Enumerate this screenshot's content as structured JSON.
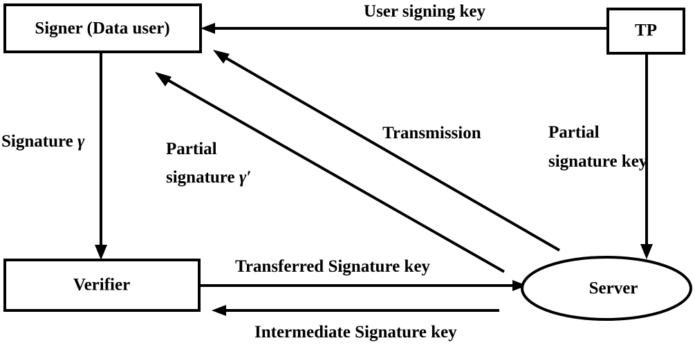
{
  "diagram": {
    "type": "flow-diagram",
    "title": "Signature transfer flow between Signer, Verifier, Server and TP",
    "background_color": "#ffffff",
    "stroke_color": "#000000",
    "nodes": [
      {
        "id": "signer",
        "label": "Signer (Data user)",
        "shape": "rectangle"
      },
      {
        "id": "tp",
        "label": "TP",
        "shape": "rectangle"
      },
      {
        "id": "verifier",
        "label": "Verifier",
        "shape": "rectangle"
      },
      {
        "id": "server",
        "label": "Server",
        "shape": "ellipse"
      }
    ],
    "edges": [
      {
        "id": "tp-to-signer",
        "from": "tp",
        "to": "signer",
        "label": "User signing key",
        "label_lines": [
          "User signing key"
        ],
        "direction": "left",
        "style": "horizontal"
      },
      {
        "id": "signer-to-verifier",
        "from": "signer",
        "to": "verifier",
        "label": "Signature γ",
        "label_lines": [
          "Signature γ"
        ],
        "label_text": "Signature ",
        "label_symbol": "γ",
        "direction": "down",
        "style": "vertical"
      },
      {
        "id": "server-to-signer-partial",
        "from": "server",
        "to": "signer",
        "label": "Partial signature γ′",
        "label_lines": [
          "Partial",
          "signature γ′"
        ],
        "label_line_1": "Partial",
        "label_line_2_text": "signature ",
        "label_line_2_symbol": "γ′",
        "direction": "up-left",
        "style": "diagonal"
      },
      {
        "id": "server-to-signer-transmission",
        "from": "server",
        "to": "signer",
        "label": "Transmission",
        "label_lines": [
          "Transmission"
        ],
        "direction": "up-left",
        "style": "diagonal"
      },
      {
        "id": "tp-to-server",
        "from": "tp",
        "to": "server",
        "label": "Partial signature key",
        "label_lines": [
          "Partial",
          "signature key"
        ],
        "label_line_1": "Partial",
        "label_line_2": "signature key",
        "direction": "down",
        "style": "vertical"
      },
      {
        "id": "verifier-to-server",
        "from": "verifier",
        "to": "server",
        "label": "Transferred Signature key",
        "label_lines": [
          "Transferred Signature key"
        ],
        "direction": "right",
        "style": "horizontal"
      },
      {
        "id": "server-to-verifier",
        "from": "server",
        "to": "verifier",
        "label": "Intermediate Signature key",
        "label_lines": [
          "Intermediate Signature key"
        ],
        "direction": "left",
        "style": "horizontal"
      }
    ]
  }
}
